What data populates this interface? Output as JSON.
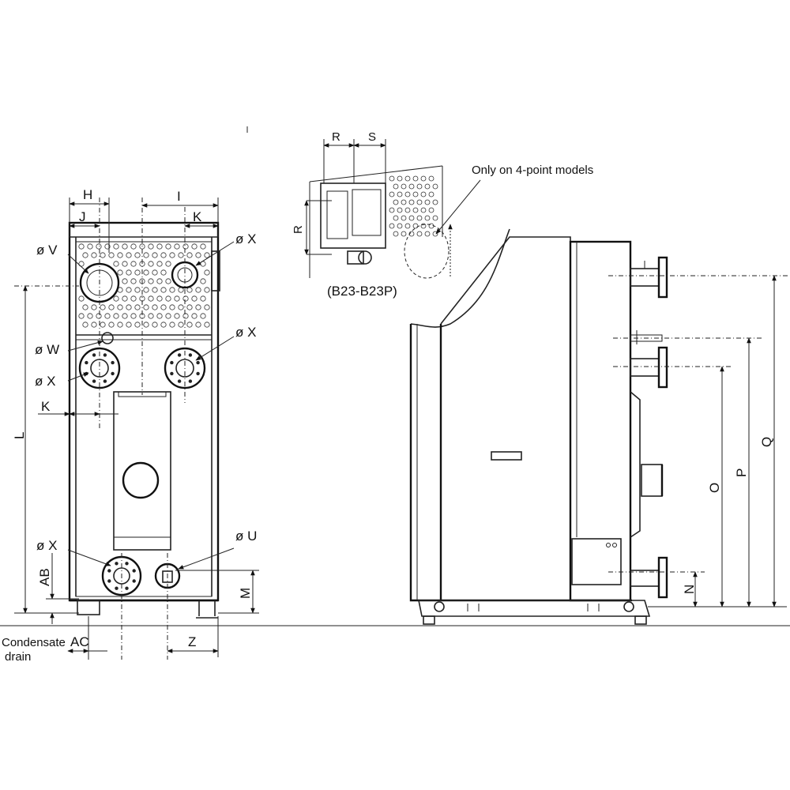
{
  "front_view": {
    "dims": {
      "H": "H",
      "J": "J",
      "I": "I",
      "K_top": "K",
      "K_side": "K",
      "L": "L",
      "AB": "AB",
      "AC": "AC",
      "M": "M",
      "Z": "Z"
    },
    "connections": {
      "V": "ø V",
      "X_top_right": "ø X",
      "W": "ø W",
      "X_left": "ø X",
      "X_right": "ø X",
      "X_bottom": "ø X",
      "U": "ø U"
    },
    "condensate_line1": "Condensate",
    "condensate_line2": "drain"
  },
  "detail_view": {
    "dims": {
      "R_top": "R",
      "S": "S",
      "R_side": "R"
    },
    "note": "Only on 4-point models",
    "caption": "(B23-B23P)"
  },
  "side_view": {
    "dims": {
      "N": "N",
      "O": "O",
      "P": "P",
      "Q": "Q"
    }
  }
}
